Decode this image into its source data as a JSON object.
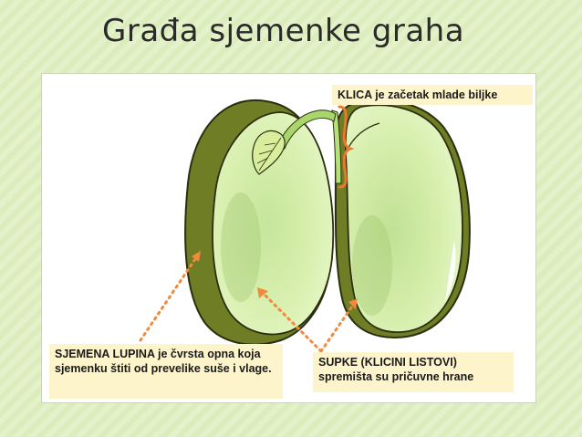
{
  "slide": {
    "title": "Građa sjemenke graha"
  },
  "labels": {
    "klica": {
      "term": "KLICA",
      "text": " je začetak mlade biljke"
    },
    "lupina": {
      "term": "SJEMENA LUPINA",
      "text": " je čvrsta opna koja sjemenku štiti od prevelike suše i vlage."
    },
    "supke": {
      "term": "SUPKE (KLICINI LISTOVI)",
      "text": " spremišta su pričuvne hrane"
    }
  },
  "colors": {
    "seed_fill": "#d9f0b0",
    "seed_coat": "#6f7d24",
    "seed_outline": "#2b2f10",
    "sprout": "#a8d66a",
    "arrow": "#f08a3c",
    "bracket": "#e87a2a",
    "label_bg": "#fdf4cc"
  }
}
